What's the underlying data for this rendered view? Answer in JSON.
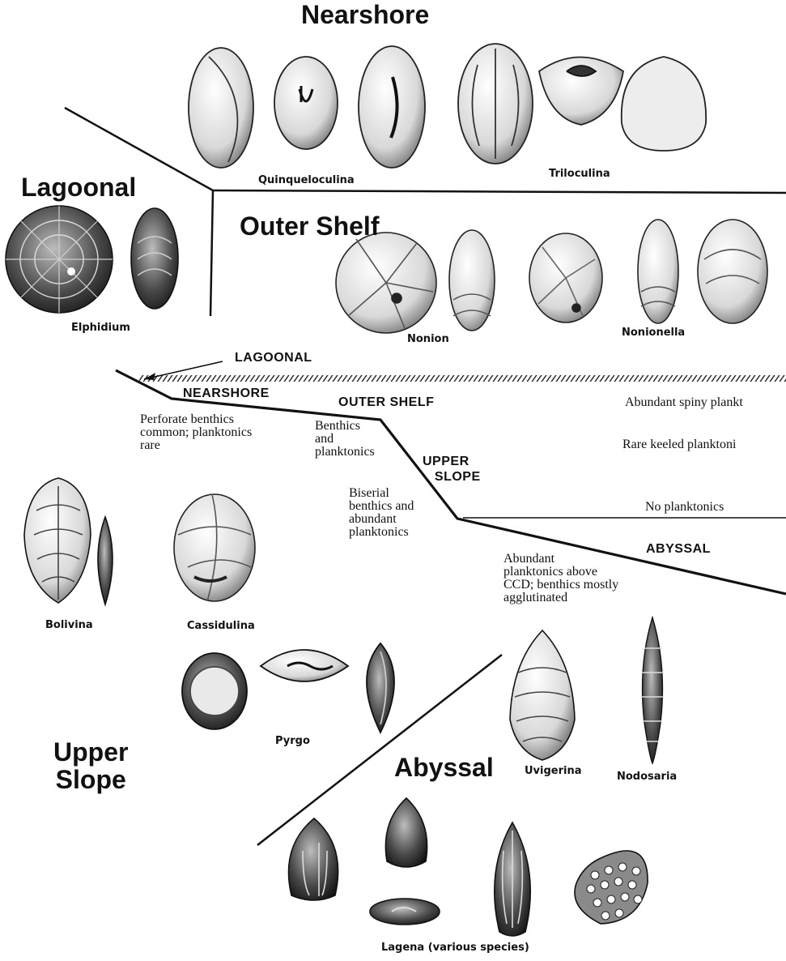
{
  "zones": {
    "nearshore": "Nearshore",
    "lagoonal": "Lagoonal",
    "outer_shelf": "Outer Shelf",
    "upper_slope_line1": "Upper",
    "upper_slope_line2": "Slope",
    "abyssal": "Abyssal"
  },
  "genera": {
    "quinqueloculina": "Quinqueloculina",
    "triloculina": "Triloculina",
    "elphidium": "Elphidium",
    "nonion": "Nonion",
    "nonionella": "Nonionella",
    "bolivina": "Bolivina",
    "cassidulina": "Cassidulina",
    "pyrgo": "Pyrgo",
    "uvigerina": "Uvigerina",
    "nodosaria": "Nodosaria",
    "lagena": "Lagena (various species)"
  },
  "profile": {
    "lagoonal": "LAGOONAL",
    "nearshore": "NEARSHORE",
    "outer_shelf": "OUTER SHELF",
    "upper_slope_line1": "UPPER",
    "upper_slope_line2": "SLOPE",
    "abyssal": "ABYSSAL"
  },
  "notes": {
    "nearshore_note": "Perforate benthics\ncommon; planktonics\nrare",
    "outer_shelf_note": "Benthics\nand\nplanktonics",
    "upper_slope_note": "Biserial\nbenthics and\nabundant\nplanktonics",
    "abyssal_note": "Abundant\nplanktonics above\nCCD; benthics mostly\nagglutinated",
    "spiny": "Abundant spiny plankt",
    "keeled": "Rare keeled planktoni",
    "none": "No planktonics"
  }
}
